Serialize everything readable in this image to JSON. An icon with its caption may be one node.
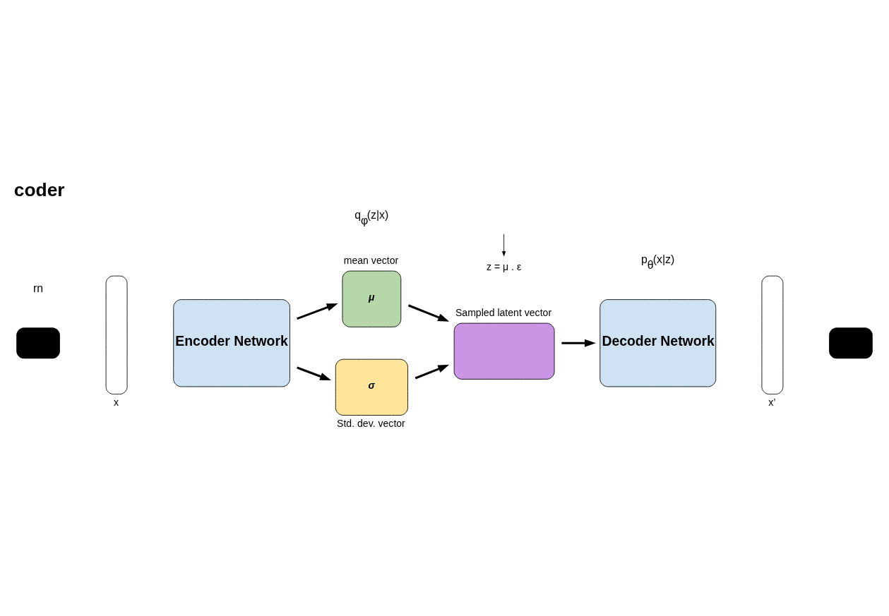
{
  "diagram": {
    "title": "coder",
    "nodes": [
      {
        "text": [],
        "shape": "box"
      },
      {
        "text": [],
        "shape": "bar",
        "beside": [
          "x"
        ]
      },
      {
        "text": [
          "Encoder Network"
        ]
      },
      {
        "text": [
          "μ"
        ],
        "beside": [
          "mean vector"
        ]
      },
      {
        "text": [
          "σ"
        ],
        "beside": [
          "Std. dev. vector"
        ]
      },
      {
        "text": [],
        "shape": "box",
        "beside": [
          "Sampled latent vector"
        ]
      },
      {
        "text": [
          "Decoder Network"
        ]
      },
      {
        "text": [],
        "shape": "bar",
        "beside": [
          "x’"
        ]
      },
      {
        "text": [],
        "shape": "box"
      },
      {
        "text": [
          "z = μ . ε"
        ]
      }
    ],
    "edges": [
      {
        "from": 2,
        "to": 3,
        "arrow": "to"
      },
      {
        "from": 2,
        "to": 4,
        "arrow": "to"
      },
      {
        "from": 3,
        "to": 5,
        "arrow": "to"
      },
      {
        "from": 4,
        "to": 5,
        "arrow": "to"
      },
      {
        "from": 5,
        "to": 6,
        "arrow": "to"
      },
      {
        "from": null,
        "to": 9,
        "arrow": "to"
      }
    ],
    "labels": [
      "rn",
      "q$_{φ}$(z|x)",
      "p$_{θ}$(x|z)"
    ]
  }
}
